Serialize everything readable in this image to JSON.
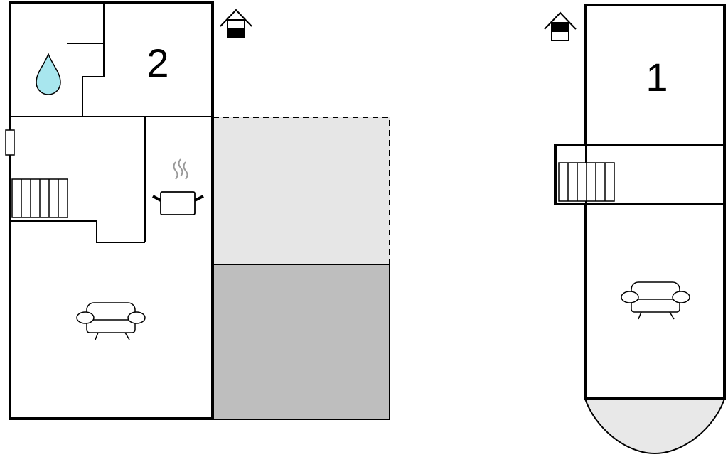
{
  "floors": [
    {
      "label": "2",
      "level_icon": "house-level-icon-lower"
    },
    {
      "label": "1",
      "level_icon": "house-level-icon-upper"
    }
  ],
  "icons": {
    "bathroom": "water-drop-icon",
    "kitchen": "cooking-pot-icon",
    "living": "sofa-icon",
    "stairs": "stairs-icon",
    "door": "door-icon"
  },
  "colors": {
    "wall": "#000000",
    "water": "#a8e6ee",
    "terrace_light": "#e6e6e6",
    "terrace_dark": "#bebebe",
    "balcony": "#e8e8e8",
    "steam": "#999999"
  }
}
